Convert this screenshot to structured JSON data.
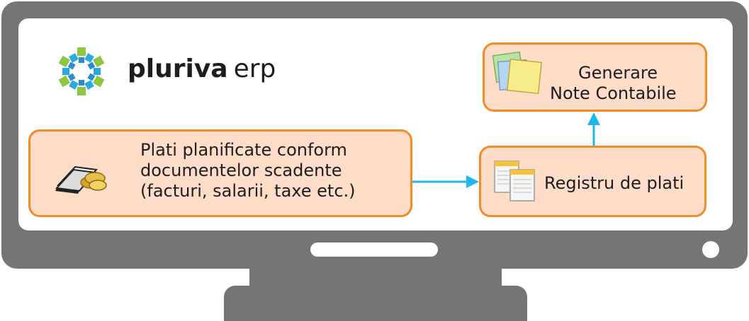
{
  "brand": {
    "name_bold": "pluriva",
    "name_light": "erp"
  },
  "colors": {
    "frame": "#757575",
    "box_fill": "#fddcc8",
    "box_border": "#f28c28",
    "arrow": "#1eb8ee",
    "logo_green": "#8dc63f",
    "logo_blue": "#29a9e0"
  },
  "boxes": {
    "plati": {
      "lines": [
        "Plati planificate conform",
        "documentelor scadente",
        "(facturi, salarii, taxe etc.)"
      ],
      "icon": "money-stack-icon"
    },
    "registru": {
      "label": "Registru de plati",
      "icon": "ledger-pages-icon"
    },
    "note": {
      "lines": [
        "Generare",
        "Note Contabile"
      ],
      "icon": "sticky-notes-icon"
    }
  }
}
